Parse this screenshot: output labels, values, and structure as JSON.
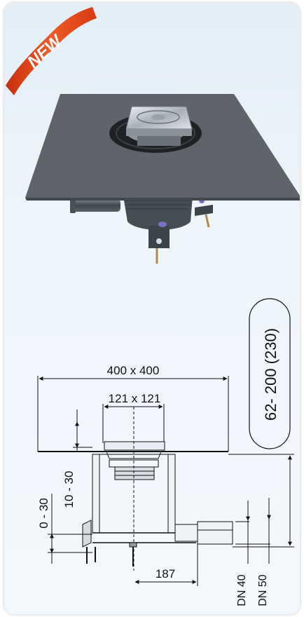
{
  "badge": {
    "text": "NEW",
    "color": "#e8471c"
  },
  "drawing": {
    "plate_size": "400 x 400",
    "grate_size": "121 x 121",
    "height_range": "62- 200 (230)",
    "tile_range": "10 - 30",
    "screed_range": "0 - 30",
    "outlet_offset": "187",
    "outlet_dn40": "DN 40",
    "outlet_dn50": "DN 50"
  },
  "colors": {
    "background": "#e8f1f8",
    "plate": "#5e6469",
    "body": "#4b545c",
    "line": "#111111"
  }
}
